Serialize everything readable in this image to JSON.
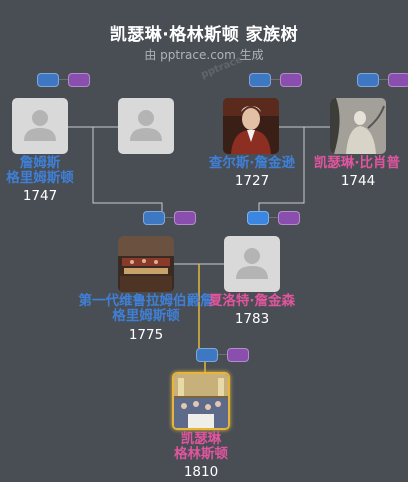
{
  "header": {
    "title": "凯瑟琳·格林斯顿 家族树",
    "subtitle": "由 pptrace.com 生成",
    "watermark": "pptrace"
  },
  "colors": {
    "background": "#494e55",
    "male": "#3f7fd6",
    "female": "#e0559d",
    "selected_border": "#e6b53a",
    "toggle_male": "#3e78c2",
    "toggle_female": "#8a4fae"
  },
  "people": {
    "james": {
      "name_line1": "詹姆斯",
      "name_line2": "格里姆斯顿",
      "year": "1747",
      "photo": "placeholder-icon"
    },
    "unknown": {
      "name_line1": "",
      "name_line2": "",
      "year": "",
      "photo": "placeholder-icon"
    },
    "charles": {
      "name": "查尔斯·詹金逊",
      "year": "1727",
      "photo": "portrait"
    },
    "catherine_bishop": {
      "name": "凯瑟琳·比肖普",
      "year": "1744",
      "photo": "portrait"
    },
    "viscount": {
      "name_line1": "第一代维鲁拉姆伯爵詹",
      "name_line2": "格里姆斯顿",
      "year": "1775",
      "photo": "portrait"
    },
    "charlotte": {
      "name": "夏洛特·詹金森",
      "year": "1783",
      "photo": "placeholder-icon"
    },
    "catherine": {
      "name_line1": "凯瑟琳",
      "name_line2": "格林斯顿",
      "year": "1810",
      "photo": "portrait"
    }
  }
}
